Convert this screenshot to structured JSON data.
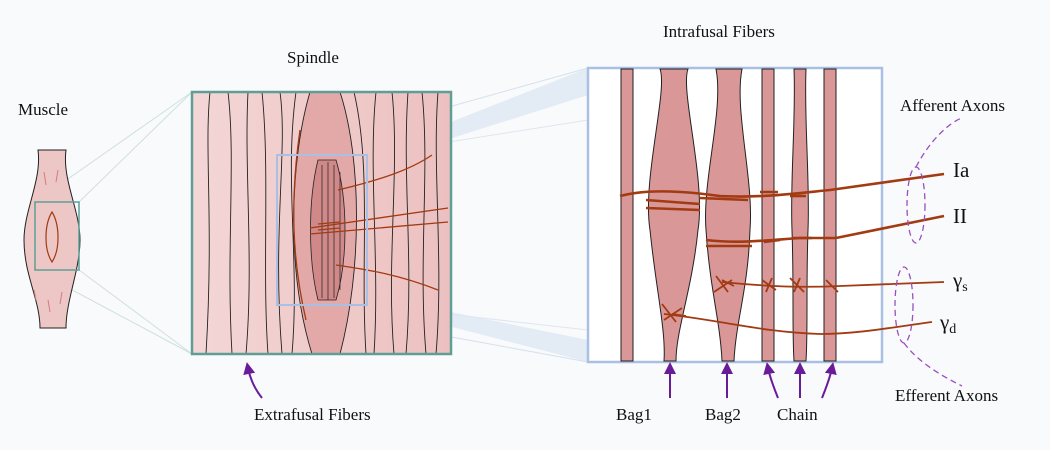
{
  "labels": {
    "muscle": "Muscle",
    "spindle": "Spindle",
    "intrafusal": "Intrafusal Fibers",
    "extrafusal": "Extrafusal Fibers",
    "afferent": "Afferent Axons",
    "efferent": "Efferent Axons",
    "bag1": "Bag1",
    "bag2": "Bag2",
    "chain": "Chain",
    "axon_ia": "Ia",
    "axon_ii": "II",
    "gamma_symbol": "γ",
    "gamma_s_sub": "s",
    "gamma_d_sub": "d"
  },
  "colors": {
    "muscle_fill": "#e9b7b7",
    "fiber_fill": "#d99797",
    "fiber_stroke": "#222222",
    "nerve": "#a23a12",
    "spindle_frame": "#5f9e96",
    "zoom_frame": "#a9bfe3",
    "arrow": "#6a1b9a",
    "brace": "#9b4fc0"
  }
}
